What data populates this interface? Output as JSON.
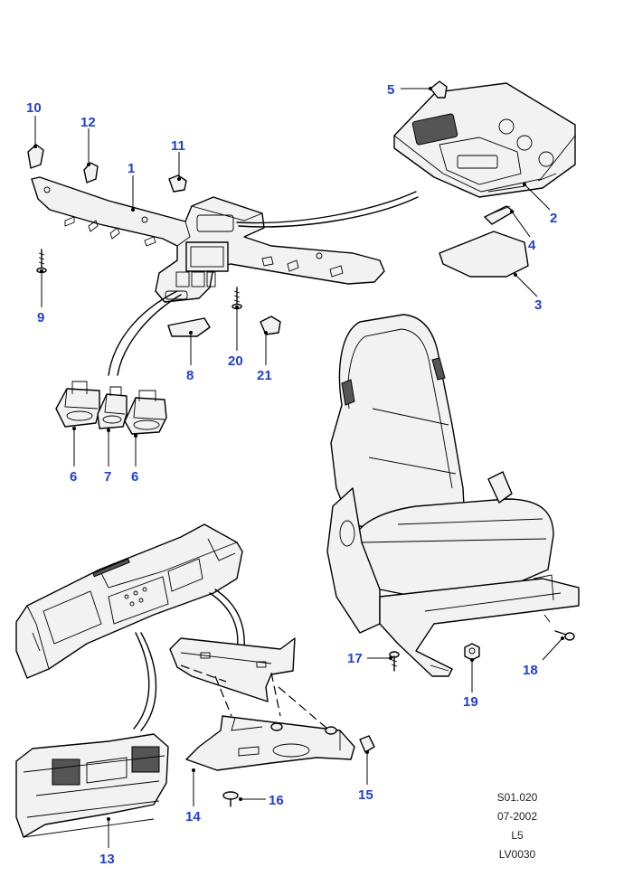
{
  "callouts": {
    "c1": "1",
    "c2": "2",
    "c3": "3",
    "c4": "4",
    "c5": "5",
    "c6a": "6",
    "c6b": "6",
    "c7": "7",
    "c8": "8",
    "c9": "9",
    "c10": "10",
    "c11": "11",
    "c12": "12",
    "c13": "13",
    "c14": "14",
    "c15": "15",
    "c16": "16",
    "c17": "17",
    "c18": "18",
    "c19": "19",
    "c20": "20",
    "c21": "21"
  },
  "info": {
    "ref": "S01.020",
    "date": "07-2002",
    "model": "L5",
    "code": "LV0030"
  },
  "colors": {
    "callout": "#1f3fd6",
    "line": "#000000"
  }
}
